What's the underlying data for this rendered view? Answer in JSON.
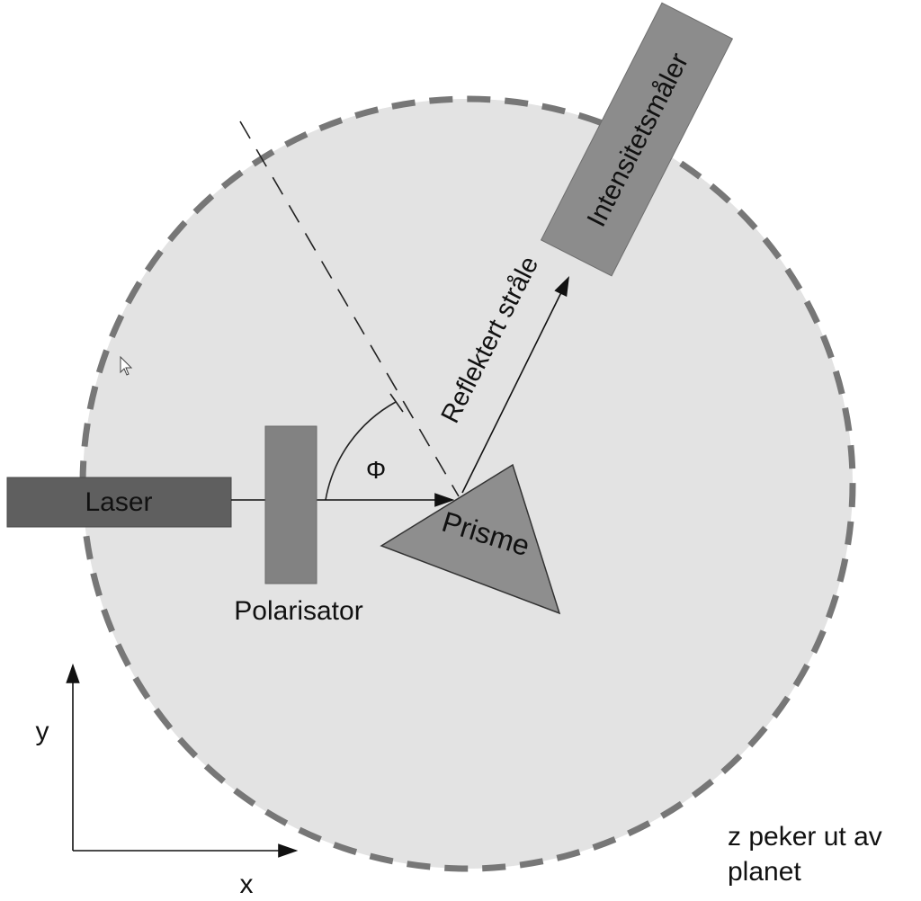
{
  "labels": {
    "laser": "Laser",
    "polarizer": "Polarisator",
    "prism": "Prisme",
    "detector": "Intensitetsmåler",
    "reflected_beam": "Reflektert stråle",
    "angle": "Φ",
    "axis_y": "y",
    "axis_x": "x",
    "z_note_line1": "z peker ut av",
    "z_note_line2": "planet"
  },
  "colors": {
    "table_fill": "#e3e3e3",
    "table_edge": "#777777",
    "laser": "#5f5f5f",
    "polarizer": "#828282",
    "prism": "#8e8e8e",
    "detector": "#8c8c8c",
    "lines": "#111111"
  }
}
